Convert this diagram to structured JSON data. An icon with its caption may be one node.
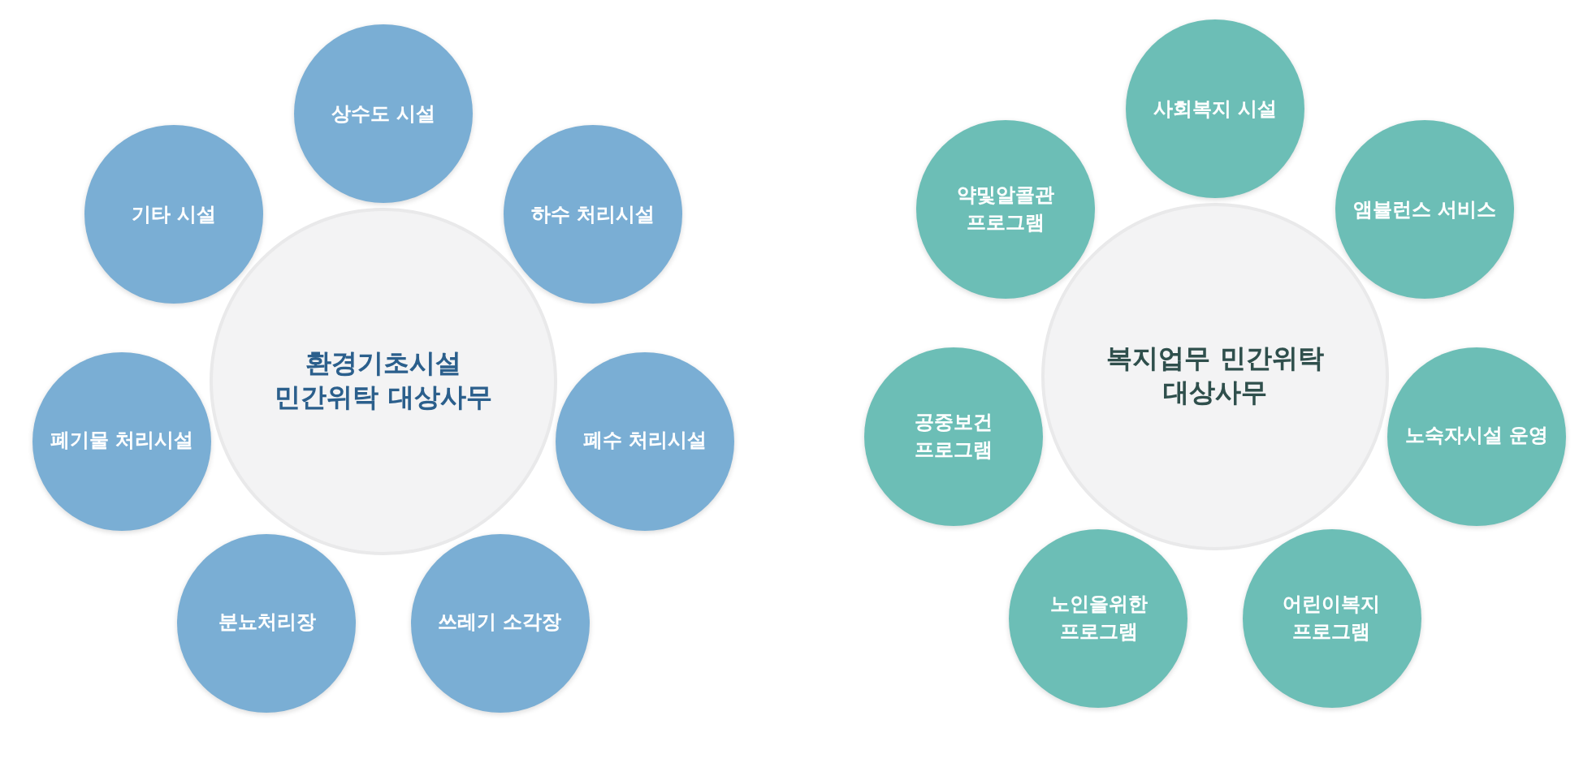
{
  "diagram": {
    "nodes": [
      {
        "text": [
          "환경기초시설 민간위탁 대상사무"
        ]
      },
      {
        "text": [
          "상수도 시설"
        ]
      },
      {
        "text": [
          "하수 처리시설"
        ]
      },
      {
        "text": [
          "폐수 처리시설"
        ]
      },
      {
        "text": [
          "쓰레기 소각장"
        ]
      },
      {
        "text": [
          "분뇨처리장"
        ]
      },
      {
        "text": [
          "폐기물 처리시설"
        ]
      },
      {
        "text": [
          "기타 시설"
        ]
      },
      {
        "text": [
          "복지업무 민간위탁 대상사무"
        ]
      },
      {
        "text": [
          "사회복지 시설"
        ]
      },
      {
        "text": [
          "앰뷸런스 서비스"
        ]
      },
      {
        "text": [
          "노숙자시설 운영"
        ]
      },
      {
        "text": [
          "어린이복지 프로그램"
        ]
      },
      {
        "text": [
          "노인을위한 프로그램"
        ]
      },
      {
        "text": [
          "공중보건 프로그램"
        ]
      },
      {
        "text": [
          "약및알콜관 프로그램"
        ]
      }
    ]
  }
}
